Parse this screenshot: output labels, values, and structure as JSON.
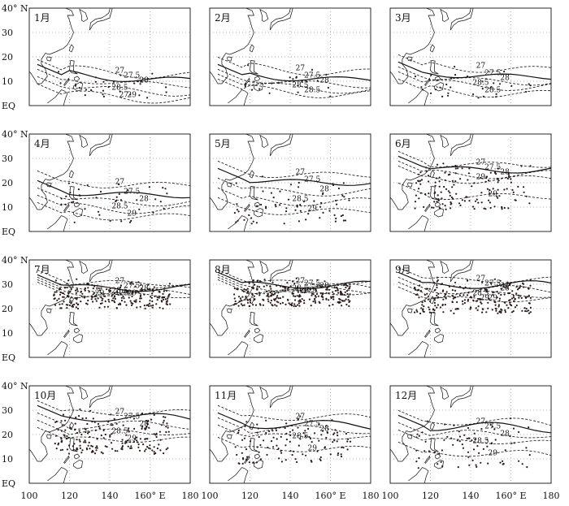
{
  "figure": {
    "y_ticks": [
      "40° N",
      "30",
      "20",
      "10",
      "EQ"
    ],
    "x_ticks": [
      "100",
      "120",
      "140",
      "160° E",
      "180"
    ],
    "panels": [
      {
        "label": "1月",
        "contours": [
          "27",
          "27.5",
          "28",
          "28.5",
          "29",
          "27"
        ],
        "density": 0.12
      },
      {
        "label": "2月",
        "contours": [
          "27",
          "27.5",
          "28",
          "28.5",
          "28.5"
        ],
        "density": 0.08
      },
      {
        "label": "3月",
        "contours": [
          "27",
          "27.5",
          "28",
          "28.5",
          "28.5"
        ],
        "density": 0.12
      },
      {
        "label": "4月",
        "contours": [
          "27",
          "27.5",
          "28",
          "28.5",
          "29"
        ],
        "density": 0.15
      },
      {
        "label": "5月",
        "contours": [
          "27",
          "27.5",
          "28",
          "28.5",
          "29"
        ],
        "density": 0.25
      },
      {
        "label": "6月",
        "contours": [
          "27",
          "27.5",
          "28",
          "29",
          "29"
        ],
        "density": 0.55
      },
      {
        "label": "7月",
        "contours": [
          "27",
          "27.5",
          "28",
          "28.5",
          "29",
          "29",
          "29"
        ],
        "density": 0.9
      },
      {
        "label": "8月",
        "contours": [
          "27",
          "27.5",
          "28",
          "28.5",
          "29",
          "29"
        ],
        "density": 1.0
      },
      {
        "label": "9月",
        "contours": [
          "27",
          "27.5",
          "28",
          "28.5",
          "29",
          "29"
        ],
        "density": 0.9
      },
      {
        "label": "10月",
        "contours": [
          "27",
          "27.5",
          "28",
          "28.5",
          "29"
        ],
        "density": 0.75
      },
      {
        "label": "11月",
        "contours": [
          "27",
          "27.5",
          "28",
          "28.5",
          "29"
        ],
        "density": 0.45
      },
      {
        "label": "12月",
        "contours": [
          "27",
          "27.5",
          "28",
          "28.5",
          "29"
        ],
        "density": 0.3
      }
    ]
  },
  "colors": {
    "ink": "#111111",
    "grid": "#9a9a9a",
    "dots": "#2a1a1a"
  }
}
